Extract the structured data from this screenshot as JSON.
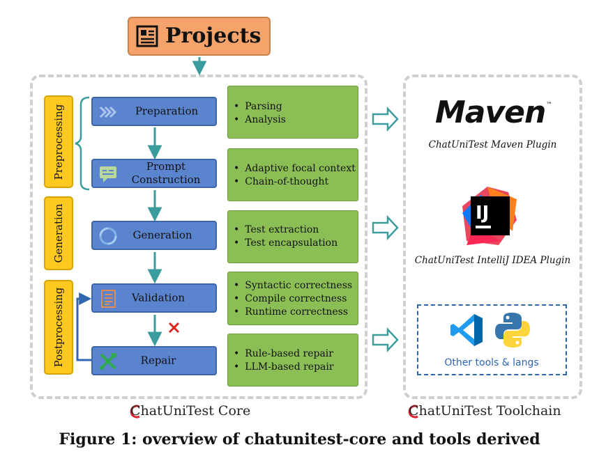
{
  "projects": {
    "label": "Projects",
    "icon": "document-icon"
  },
  "phases": [
    {
      "id": "preprocessing",
      "label": "Preprocessing"
    },
    {
      "id": "generation",
      "label": "Generation"
    },
    {
      "id": "postprocessing",
      "label": "Postprocessing"
    }
  ],
  "steps": [
    {
      "id": "preparation",
      "label": "Preparation",
      "icon": "chevrons-icon",
      "details": [
        "Parsing",
        "Analysis"
      ]
    },
    {
      "id": "prompt",
      "label": "Prompt Construction",
      "icon": "chat-icon",
      "details": [
        "Adaptive focal context",
        "Chain-of-thought"
      ]
    },
    {
      "id": "generation",
      "label": "Generation",
      "icon": "cycle-icon",
      "details": [
        "Test extraction",
        "Test encapsulation"
      ]
    },
    {
      "id": "validation",
      "label": "Validation",
      "icon": "checklist-icon",
      "details": [
        "Syntactic correctness",
        "Compile correctness",
        "Runtime correctness"
      ]
    },
    {
      "id": "repair",
      "label": "Repair",
      "icon": "tools-icon",
      "details": [
        "Rule-based repair",
        "LLM-based repair"
      ]
    }
  ],
  "toolchain": {
    "maven": {
      "logo_text": "Maven",
      "trademark": "™",
      "label": "ChatUniTest Maven Plugin"
    },
    "intellij": {
      "logo_text": "IJ",
      "label": "ChatUniTest IntelliJ IDEA Plugin"
    },
    "other": {
      "label": "Other tools & langs"
    }
  },
  "captions": {
    "core": "ChatUniTest Core",
    "toolchain": "ChatUniTest Toolchain",
    "figure": "Figure 1: overview of chatunitest-core and tools derived"
  },
  "colors": {
    "projects": "#f4a46a",
    "phase": "#ffc91f",
    "step": "#5b84cf",
    "detail": "#8bbf56",
    "arrow": "#3a9c9c",
    "fail": "#e0231f",
    "logo_mark": "#d9232d"
  }
}
